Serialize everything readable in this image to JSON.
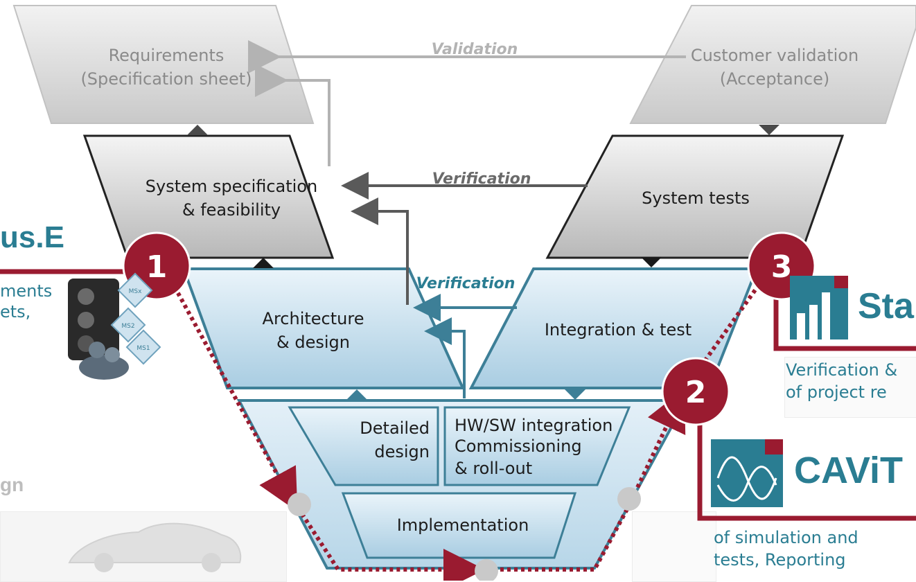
{
  "boxes": {
    "requirements": "Requirements\n(Specification sheet)",
    "customer_validation": "Customer validation\n(Acceptance)",
    "system_specification": "System specification\n& feasibility",
    "system_tests": "System tests",
    "architecture": "Architecture\n& design",
    "integration_test": "Integration & test",
    "detailed_design": "Detailed\ndesign",
    "hwsw_integration": "HW/SW integration\nCommissioning\n& roll-out",
    "implementation": "Implementation"
  },
  "arrows": {
    "validation": "Validation",
    "verification_top": "Verification",
    "verification_mid": "Verification"
  },
  "steps": {
    "one": "1",
    "two": "2",
    "three": "3"
  },
  "left_panel": {
    "tool_name_partial": "us.E",
    "desc_line1": "ments",
    "desc_line2": "ets,",
    "milestones": [
      "MSx",
      "MS2",
      "MS1"
    ],
    "section_partial": "gn"
  },
  "right_panel": {
    "stat_name_partial": "Sta",
    "stat_line1": "Verification &",
    "stat_line2": "of project re",
    "cavit_name": "CAViT",
    "cavit_line1": "of simulation and",
    "cavit_line2": "tests, Reporting"
  },
  "colors": {
    "gray_light": "#dcdcdc",
    "gray_mid": "#c8c8c8",
    "blue_light": "#d6e8f3",
    "blue_border": "#3d7f97",
    "crimson": "#9a1b30",
    "teal": "#2a7d92",
    "text_gray": "#8a8a8a",
    "text_dark": "#1c1c1c"
  }
}
